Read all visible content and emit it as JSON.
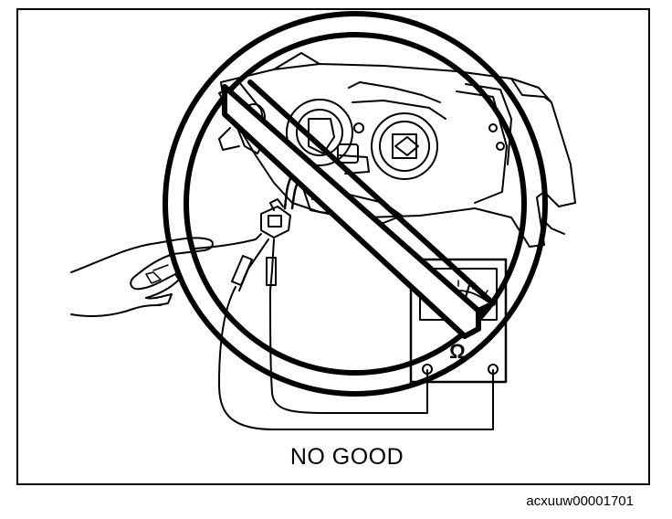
{
  "caption": "NO GOOD",
  "figure_id": "acxuuw00001701",
  "meter": {
    "unit_symbol": "Ω"
  },
  "colors": {
    "ink": "#000000",
    "paper": "#ffffff"
  },
  "icons": [
    "prohibition-circle-icon",
    "headlight-assembly",
    "hand",
    "ohmmeter-icon",
    "connector-plug"
  ]
}
